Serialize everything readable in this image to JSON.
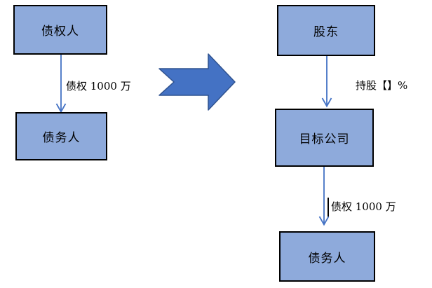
{
  "colors": {
    "background": "#FFFFFF",
    "box_fill": "#8EAADB",
    "box_border": "#000000",
    "connector": "#4472C4",
    "big_arrow_fill": "#4472C4",
    "big_arrow_border": "#2F528F",
    "text": "#000000"
  },
  "diagram": {
    "left_group": {
      "creditor_box": "债权人",
      "debtor_box": "债务人",
      "debt_label": "债权 1000 万"
    },
    "right_group": {
      "shareholder_box": "股东",
      "target_company_box": "目标公司",
      "debtor_box": "债务人",
      "shareholding_label": "持股【】%",
      "debt_label": "债权 1000 万"
    }
  }
}
